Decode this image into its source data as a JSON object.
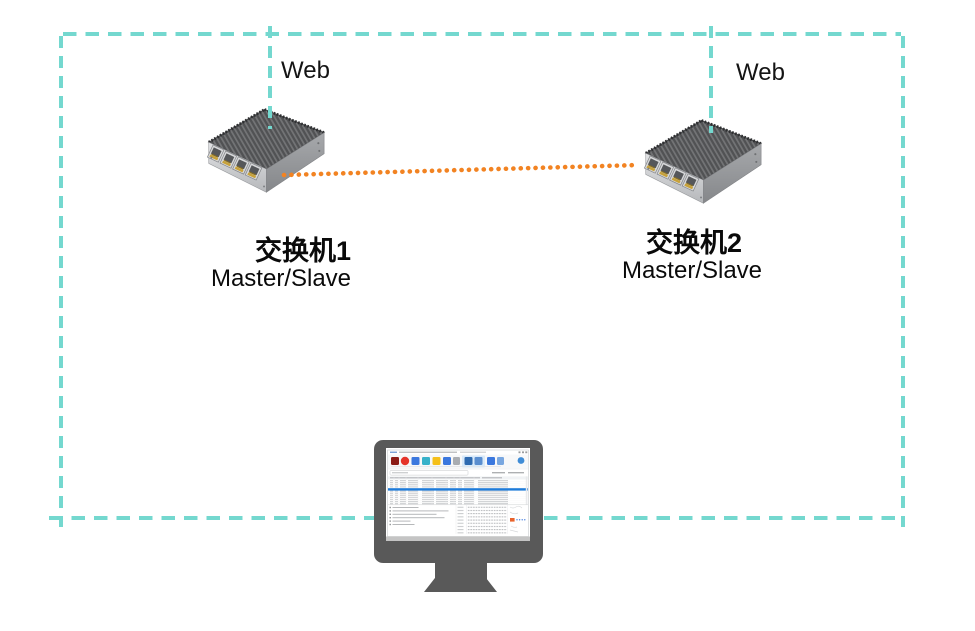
{
  "diagram": {
    "boundary": {
      "style": "dashed-rectangle",
      "color": "#74D8CF"
    },
    "link": {
      "style": "orange-dotted-line",
      "color": "#F28322"
    },
    "devices": {
      "switch1": {
        "name": "交换机1",
        "role": "Master/Slave",
        "access_label": "Web"
      },
      "switch2": {
        "name": "交换机2",
        "role": "Master/Slave",
        "access_label": "Web"
      }
    },
    "management_station": {
      "body_color": "#595959",
      "screen_selection_color": "#1E7BD9"
    },
    "icons": {
      "switch1": "industrial-ethernet-switch-photo",
      "switch2": "industrial-ethernet-switch-photo",
      "management_station": "desktop-monitor-with-capture-software"
    }
  }
}
